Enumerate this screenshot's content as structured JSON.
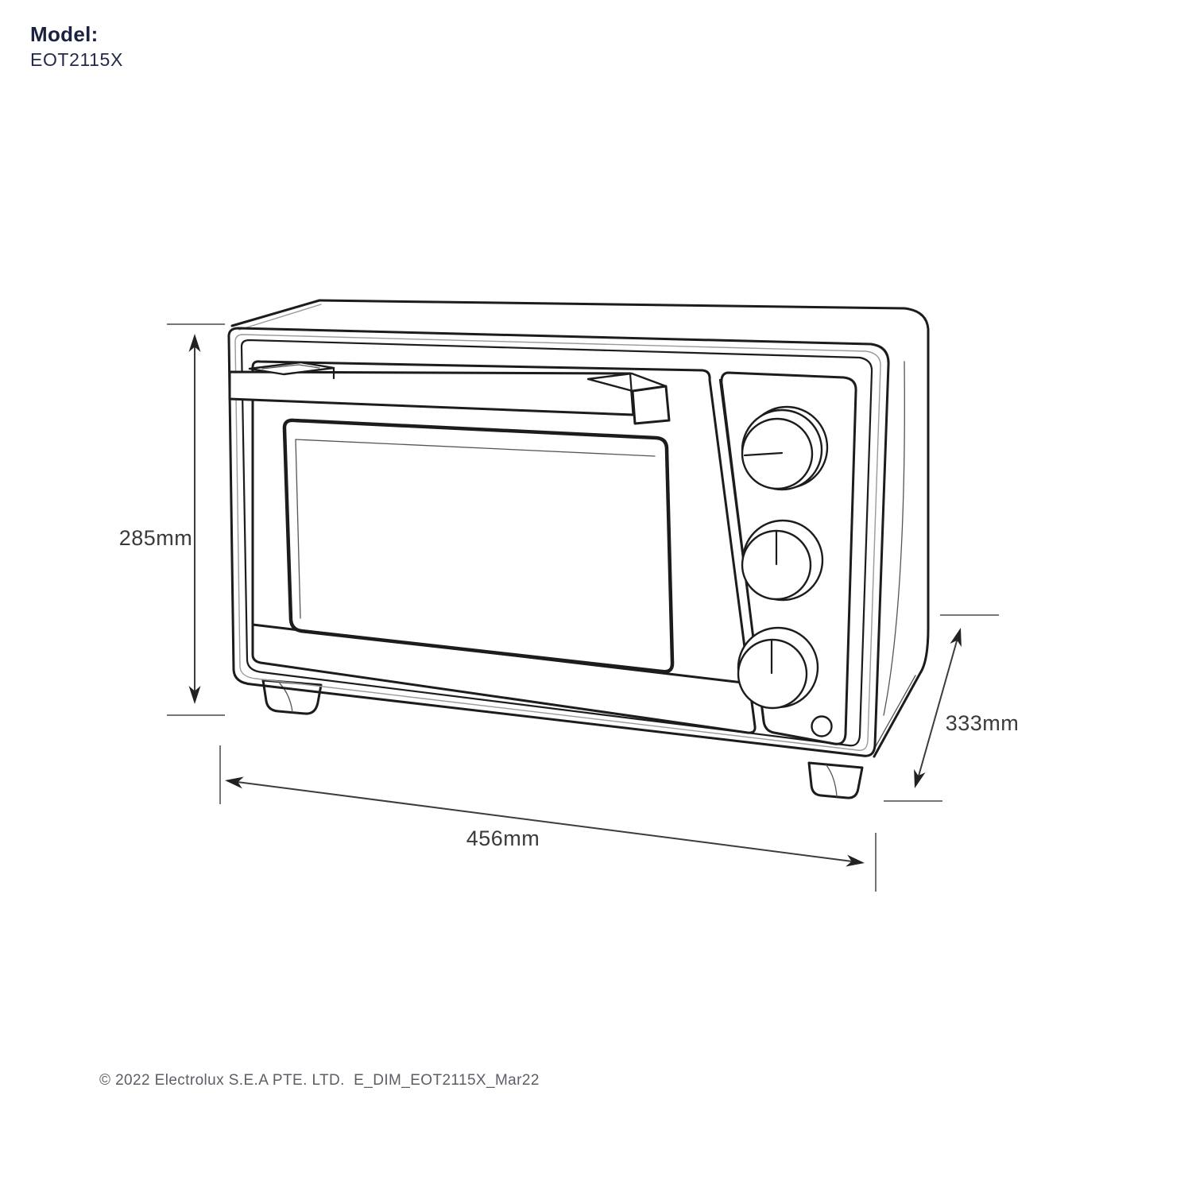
{
  "header": {
    "model_label": "Model:",
    "model_number": "EOT2115X"
  },
  "dimension_labels": {
    "height": "285mm",
    "width": "456mm",
    "depth": "333mm"
  },
  "footer": {
    "copyright": "© 2022 Electrolux S.E.A PTE. LTD.  E_DIM_EOT2115X_Mar22"
  },
  "colors": {
    "brand_navy": "#1b2240",
    "line_dark": "#1c1c1c",
    "dim_line": "#3c3c3c",
    "extension_line": "#767676",
    "label_text": "#3a3a3a",
    "footer_text": "#5a5e66",
    "background": "#ffffff"
  }
}
